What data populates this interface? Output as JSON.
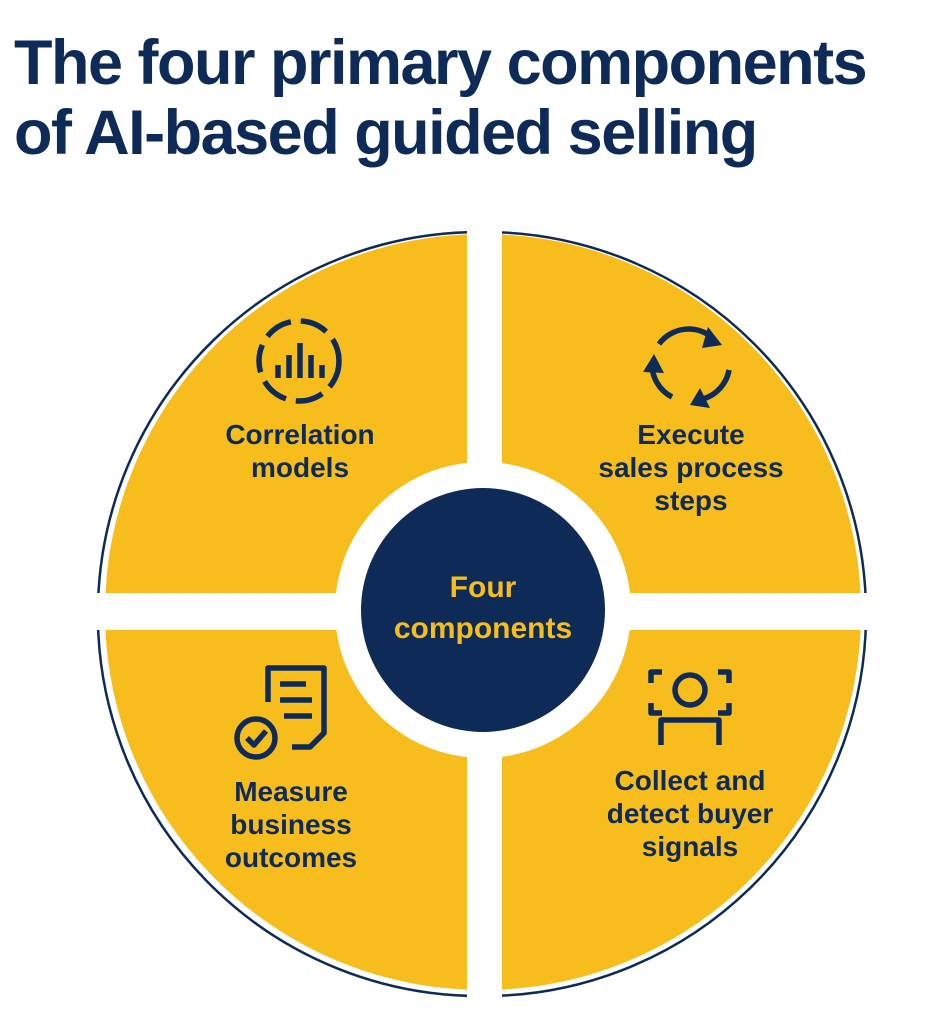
{
  "title": {
    "line1": "The four primary components",
    "line2": "of AI-based guided selling"
  },
  "center": {
    "line1": "Four",
    "line2": "components"
  },
  "quadrants": [
    {
      "id": "top-left",
      "icon": "dashed-circle-bar-chart-icon",
      "lines": [
        "Correlation",
        "models"
      ]
    },
    {
      "id": "top-right",
      "icon": "circular-arrows-cycle-icon",
      "lines": [
        "Execute",
        "sales process",
        "steps"
      ]
    },
    {
      "id": "bottom-right",
      "icon": "person-scan-frame-icon",
      "lines": [
        "Collect and",
        "detect buyer",
        "signals"
      ]
    },
    {
      "id": "bottom-left",
      "icon": "document-checkmark-icon",
      "lines": [
        "Measure",
        "business",
        "outcomes"
      ]
    }
  ],
  "colors": {
    "navy": "#0e2a56",
    "yellow": "#f6bd1c",
    "white": "#ffffff"
  }
}
